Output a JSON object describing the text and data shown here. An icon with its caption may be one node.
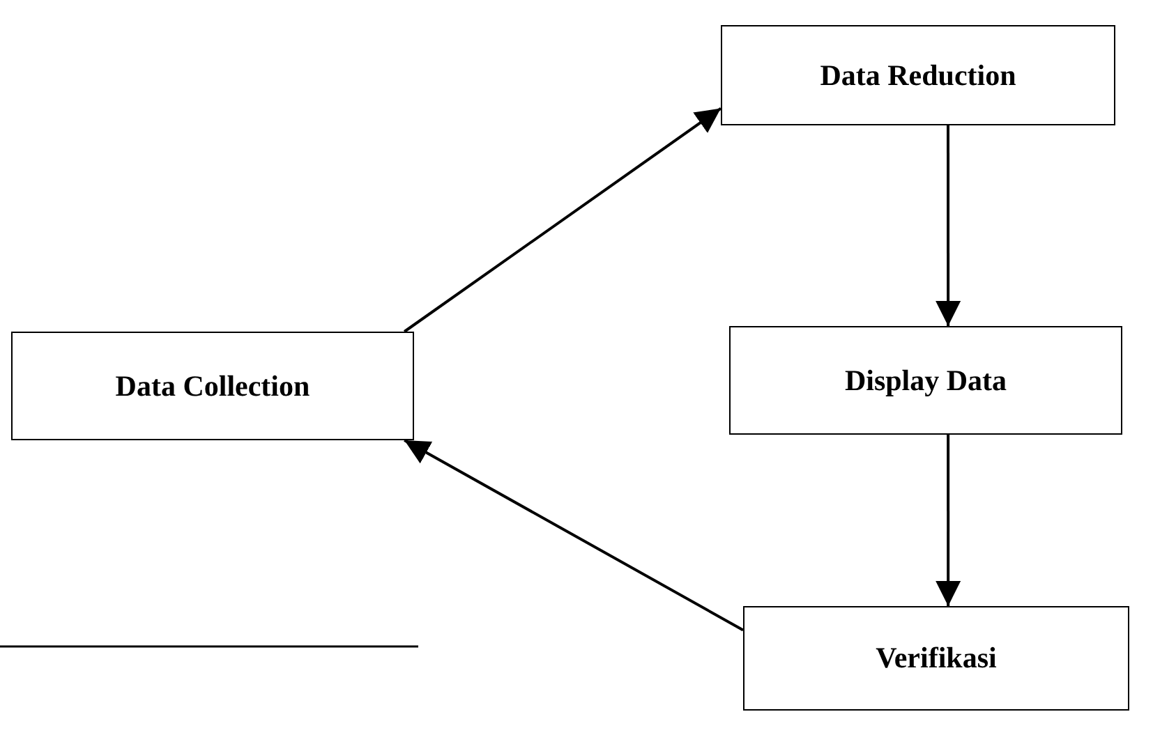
{
  "diagram": {
    "nodes": [
      {
        "text": [
          "Data Reduction"
        ]
      },
      {
        "text": [
          "Data Collection"
        ]
      },
      {
        "text": [
          "Display Data"
        ]
      },
      {
        "text": [
          "Verifikasi"
        ]
      }
    ],
    "edges": [
      {
        "from": 1,
        "to": 0,
        "arrow": "to"
      },
      {
        "from": 0,
        "to": 2,
        "arrow": "to"
      },
      {
        "from": 2,
        "to": 3,
        "arrow": "to"
      },
      {
        "from": 3,
        "to": 1,
        "arrow": "to"
      }
    ]
  }
}
